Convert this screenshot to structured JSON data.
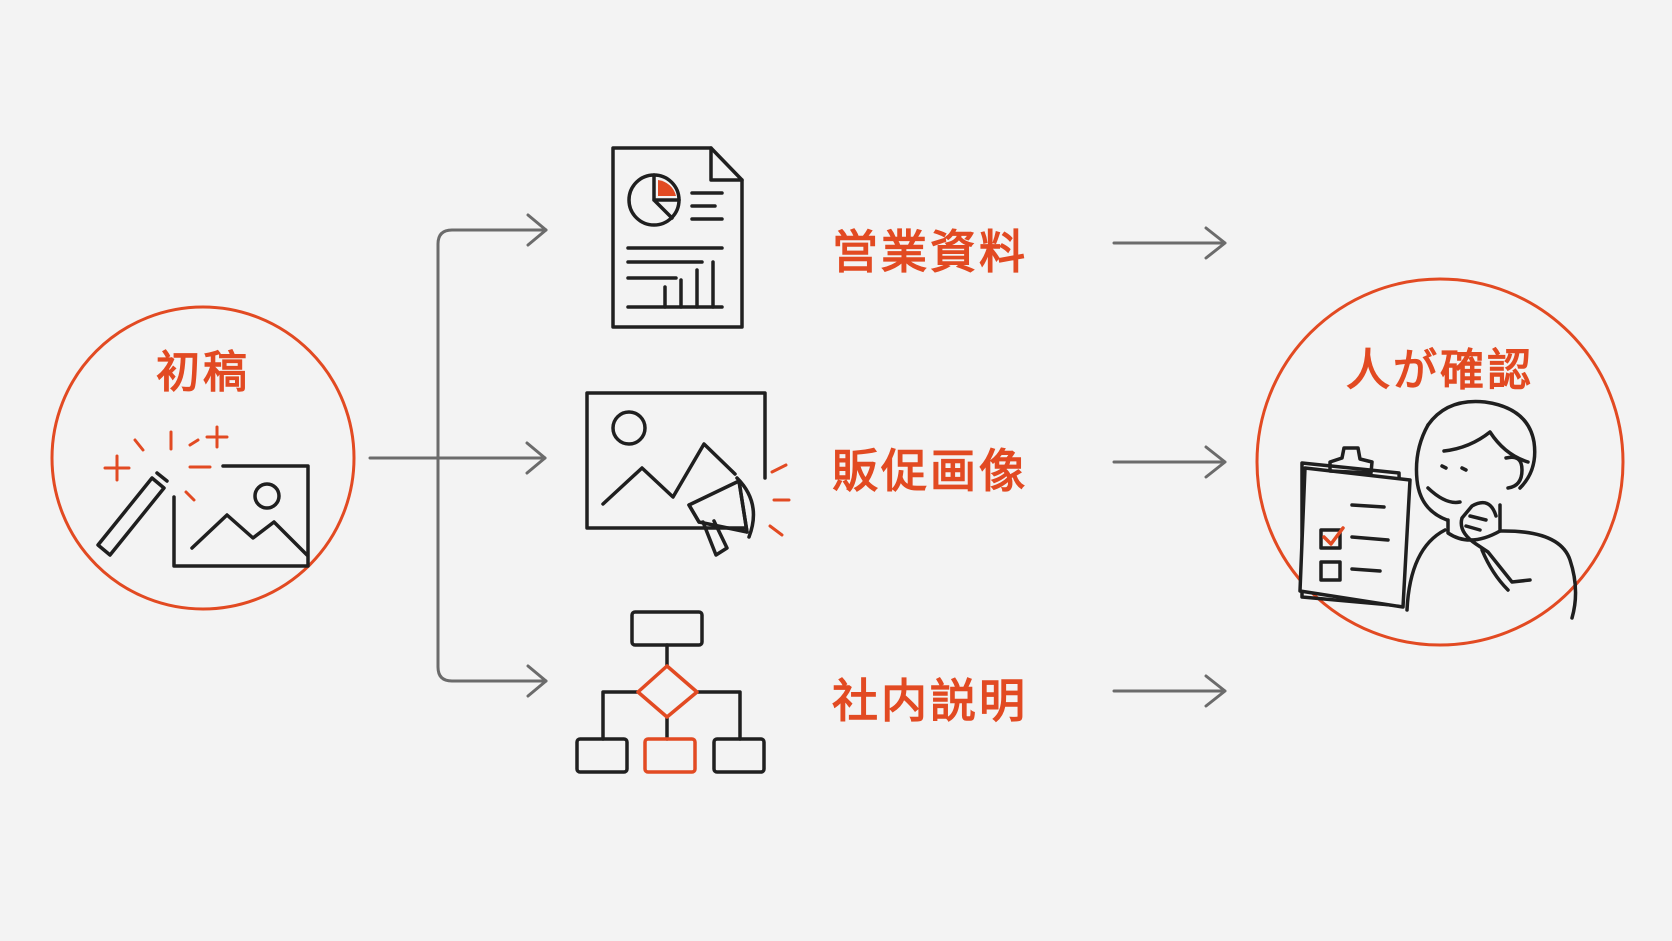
{
  "colors": {
    "accent": "#e24a22",
    "ink": "#1f1f1f",
    "arrow": "#6b6b6b",
    "background": "#f3f3f3"
  },
  "start": {
    "label": "初稿",
    "icon": "magic-wand-image-icon"
  },
  "outputs": [
    {
      "label": "営業資料",
      "icon": "report-document-icon"
    },
    {
      "label": "販促画像",
      "icon": "promo-image-megaphone-icon"
    },
    {
      "label": "社内説明",
      "icon": "flowchart-icon"
    }
  ],
  "end": {
    "label": "人が確認",
    "icon": "person-checklist-icon"
  }
}
